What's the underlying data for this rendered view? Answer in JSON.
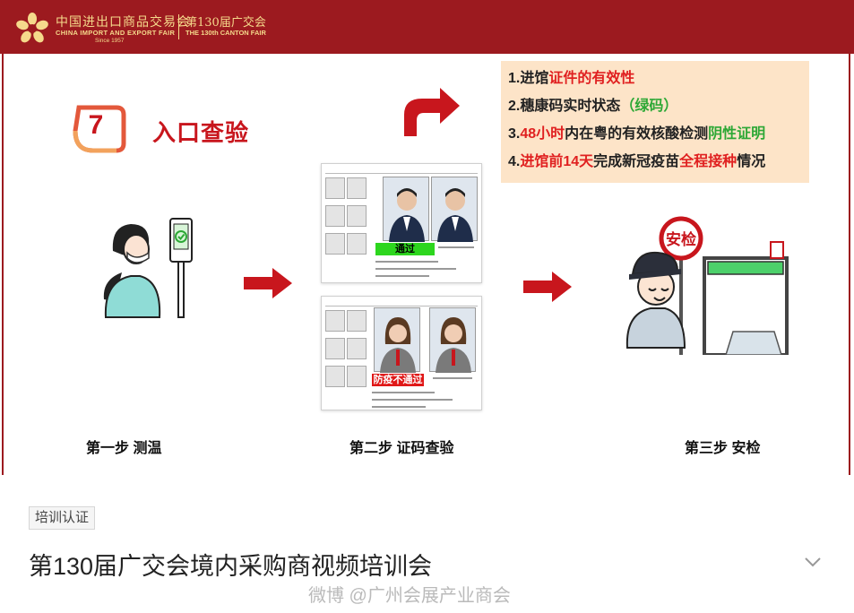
{
  "banner": {
    "fair_name_cn": "中国进出口商品交易会",
    "fair_name_en": "CHINA IMPORT AND EXPORT FAIR",
    "since": "Since 1957",
    "session_cn": "第130届广交会",
    "session_en": "THE 130th CANTON FAIR",
    "colors": {
      "banner": "#9c1a1f",
      "gold": "#f5d98b"
    }
  },
  "slide": {
    "step_number": "7",
    "section_title": "入口查验",
    "requirements": [
      {
        "parts": [
          {
            "text": "1.进馆",
            "color": "default"
          },
          {
            "text": "证件的有效性",
            "color": "red"
          }
        ]
      },
      {
        "parts": [
          {
            "text": "2.穗康码实时状态",
            "color": "default"
          },
          {
            "text": "（绿码）",
            "color": "green"
          }
        ]
      },
      {
        "parts": [
          {
            "text": "3.",
            "color": "default"
          },
          {
            "text": "48小时",
            "color": "red"
          },
          {
            "text": "内在粤的有效核酸检测",
            "color": "default"
          },
          {
            "text": "阴性证明",
            "color": "green"
          }
        ]
      },
      {
        "parts": [
          {
            "text": "4.",
            "color": "default"
          },
          {
            "text": "进馆前14天",
            "color": "red"
          },
          {
            "text": "完成新冠疫苗",
            "color": "default"
          },
          {
            "text": "全程接种",
            "color": "red"
          },
          {
            "text": "情况",
            "color": "default"
          }
        ]
      }
    ],
    "doc_pass_label": "通过",
    "doc_fail_label": "防疫不通过",
    "steps": [
      {
        "label": "第一步  测温"
      },
      {
        "label": "第二步  证码查验"
      },
      {
        "label": "第三步  安检"
      }
    ],
    "security_sign": "安检",
    "colors": {
      "accent_red": "#c8161d",
      "req_red": "#e02020",
      "req_green": "#2da836",
      "req_bg": "#fde4c8"
    }
  },
  "post": {
    "tag": "培训认证",
    "title": "第130届广交会境内采购商视频培训会",
    "watermark": "微博 @广州会展产业商会",
    "expand_icon": "chevron-down-icon"
  }
}
